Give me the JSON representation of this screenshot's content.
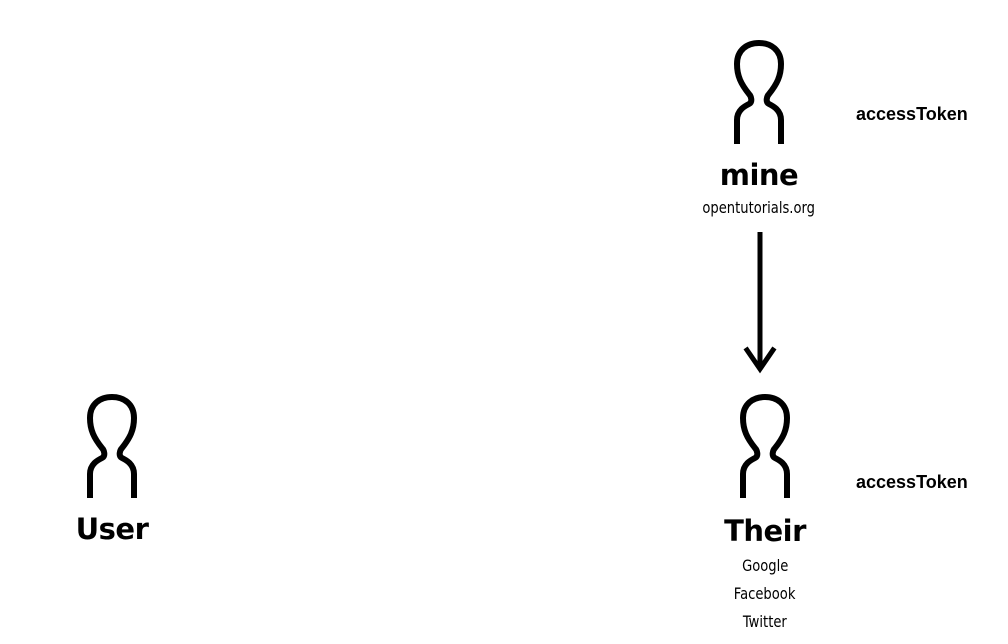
{
  "actors": {
    "user": {
      "label": "User",
      "icon": "person-icon"
    },
    "mine": {
      "label": "mine",
      "subtitle": "opentutorials.org",
      "icon": "person-icon"
    },
    "their": {
      "label": "Their",
      "providers": [
        "Google",
        "Facebook",
        "Twitter"
      ],
      "icon": "person-icon"
    }
  },
  "tokens": {
    "mine": "accessToken",
    "their": "accessToken"
  },
  "arrow": {
    "from": "mine",
    "to": "their",
    "icon": "arrow-down-icon"
  }
}
